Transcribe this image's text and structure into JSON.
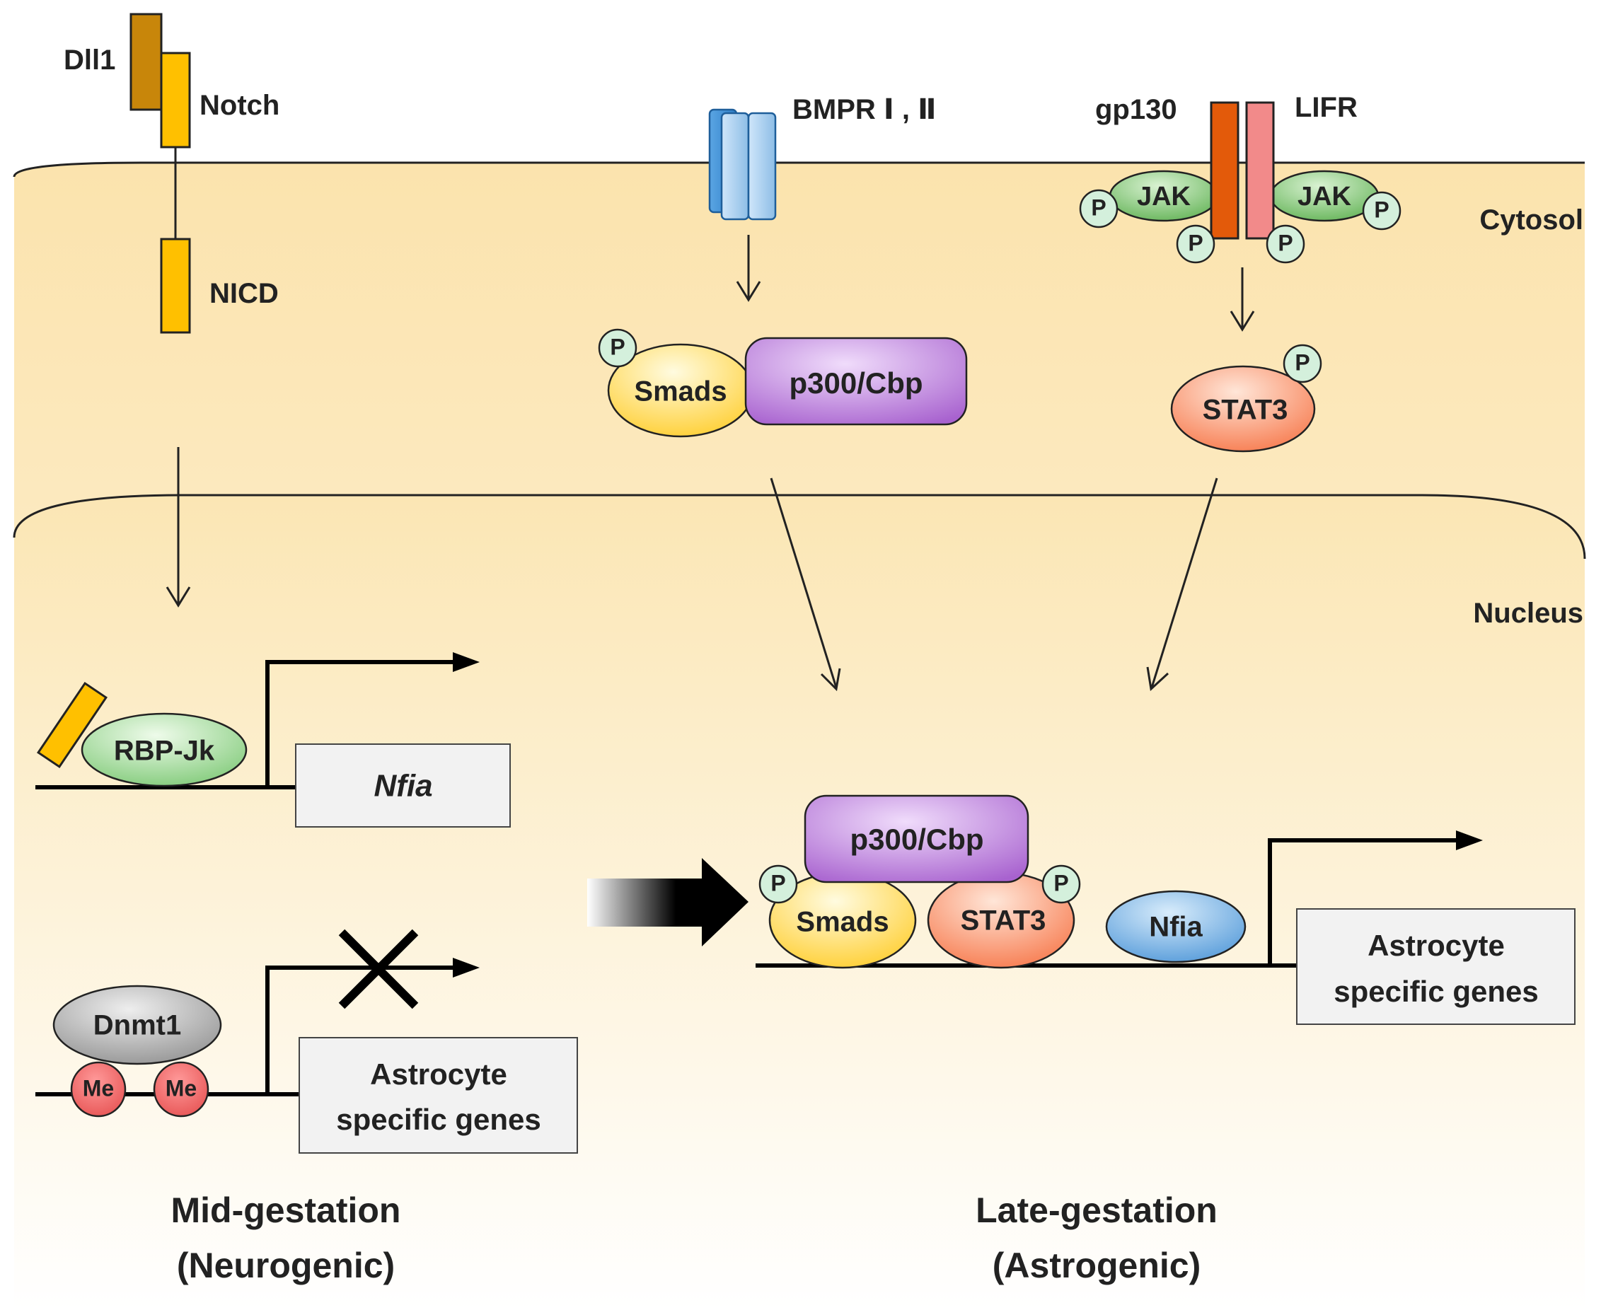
{
  "compartments": {
    "cytosol": "Cytosol",
    "nucleus": "Nucleus"
  },
  "receptors": {
    "dll1": "Dll1",
    "notch": "Notch",
    "nicd": "NICD",
    "bmpr": "BMPR Ⅰ , Ⅱ",
    "gp130": "gp130",
    "lifr": "LIFR",
    "jak_left": "JAK",
    "jak_right": "JAK"
  },
  "phospho": "P",
  "methyl": "Me",
  "complexes": {
    "smads": "Smads",
    "p300": "p300/Cbp",
    "stat3": "STAT3"
  },
  "mid": {
    "rbpjk": "RBP-Jk",
    "nfia_gene": "Nfia",
    "dnmt1": "Dnmt1",
    "genes_line1": "Astrocyte",
    "genes_line2": "specific genes",
    "caption_line1": "Mid-gestation",
    "caption_line2": "(Neurogenic)"
  },
  "late": {
    "p300": "p300/Cbp",
    "smads": "Smads",
    "stat3": "STAT3",
    "nfia": "Nfia",
    "genes_line1": "Astrocyte",
    "genes_line2": "specific genes",
    "caption_line1": "Late-gestation",
    "caption_line2": "(Astrogenic)"
  },
  "colors": {
    "cytosol_fill": "#fbe6b4",
    "notch": "#ffc000",
    "dll1": "#c8860a",
    "bmpr": "#9cc8ec",
    "gp130": "#e35a0a",
    "lifr": "#f28a8a",
    "jak": "#7cc36e",
    "phospho": "#d4f0dc",
    "smads": "#ffdd66",
    "p300": "#b57ad6",
    "stat3": "#f99470",
    "nfia": "#6aa9e0",
    "rbpjk": "#8fd08f",
    "dnmt1": "#aaaaaa",
    "methyl": "#f06060",
    "gene_box": "#f2f2f2"
  }
}
